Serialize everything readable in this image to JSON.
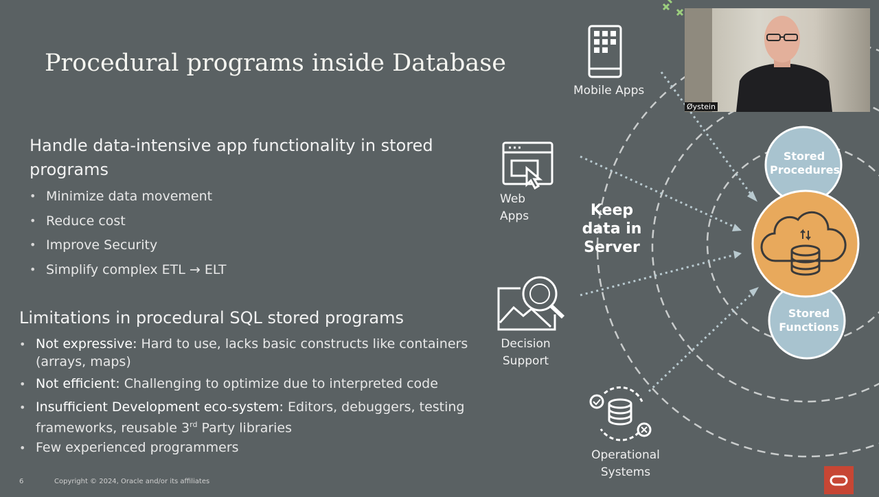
{
  "slide": {
    "title": "Procedural programs inside Database",
    "section1": {
      "heading": "Handle data-intensive app functionality in stored programs",
      "bullets": [
        "Minimize data movement",
        "Reduce cost",
        "Improve Security",
        "Simplify complex ETL →  ELT"
      ]
    },
    "section2": {
      "heading": "Limitations in procedural SQL stored programs",
      "bullets": [
        {
          "em": "Not expressive:",
          "rest": " Hard to use, lacks basic constructs like containers (arrays, maps)"
        },
        {
          "em": "Not efficient:",
          "rest": " Challenging to optimize due to interpreted code"
        },
        {
          "em": "Insufficient Development eco-system:",
          "rest": " Editors, debuggers, testing frameworks, reusable 3",
          "sup": "rd",
          "rest2": " Party libraries"
        },
        {
          "em": "",
          "rest": "Few experienced programmers"
        }
      ]
    },
    "footer": {
      "page_number": "6",
      "copyright": "Copyright © 2024, Oracle and/or its affiliates"
    }
  },
  "diagram": {
    "mobile_apps": "Mobile Apps",
    "web_apps_line1": "Web",
    "web_apps_line2": "Apps",
    "decision_line1": "Decision",
    "decision_line2": "Support",
    "operational_line1": "Operational",
    "operational_line2": "Systems",
    "keep_line1": "Keep",
    "keep_line2": "data in",
    "keep_line3": "Server",
    "stored_procedures_line1": "Stored",
    "stored_procedures_line2": "Procedures",
    "stored_functions_line1": "Stored",
    "stored_functions_line2": "Functions"
  },
  "video": {
    "speaker_name": "Øystein"
  },
  "colors": {
    "background": "#5a6163",
    "accent_orange": "#e8a95c",
    "circle_blue": "#a8c3cf",
    "oracle_red": "#c74634"
  },
  "icons": [
    "mobile-icon",
    "web-browser-icon",
    "decision-support-icon",
    "operational-db-icon",
    "cloud-database-icon",
    "oracle-logo-icon"
  ]
}
